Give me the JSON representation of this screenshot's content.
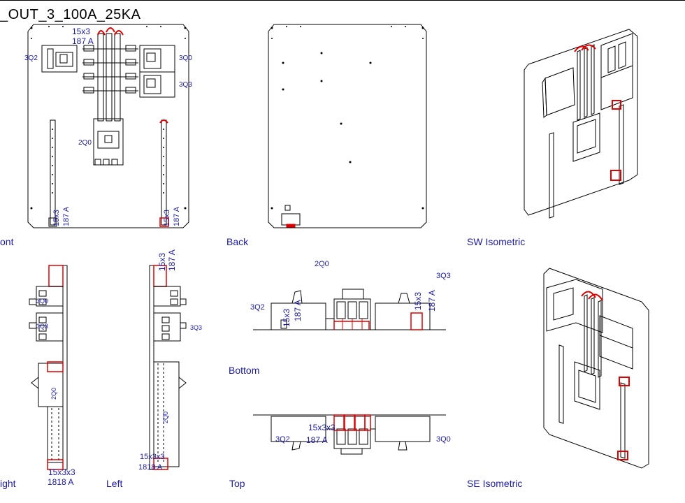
{
  "title": "_OUT_3_100A_25KA",
  "views": {
    "front": "ont",
    "back": "Back",
    "sw_iso": "SW Isometric",
    "right": "ight",
    "left": "Left",
    "bottom": "Bottom",
    "top": "Top",
    "se_iso": "SE Isometric"
  },
  "tags": {
    "q2": "3Q2",
    "q0_3": "3Q0",
    "q3": "3Q3",
    "q0_2": "2Q0",
    "busbar_size": "15x3",
    "busbar_current": "187 A",
    "busbar_size_overlap": "15x3x3",
    "busbar_current_overlap": "1818 A"
  },
  "colors": {
    "line": "#000000",
    "label": "#1a1aa8",
    "busbar_highlight": "#e00000"
  }
}
